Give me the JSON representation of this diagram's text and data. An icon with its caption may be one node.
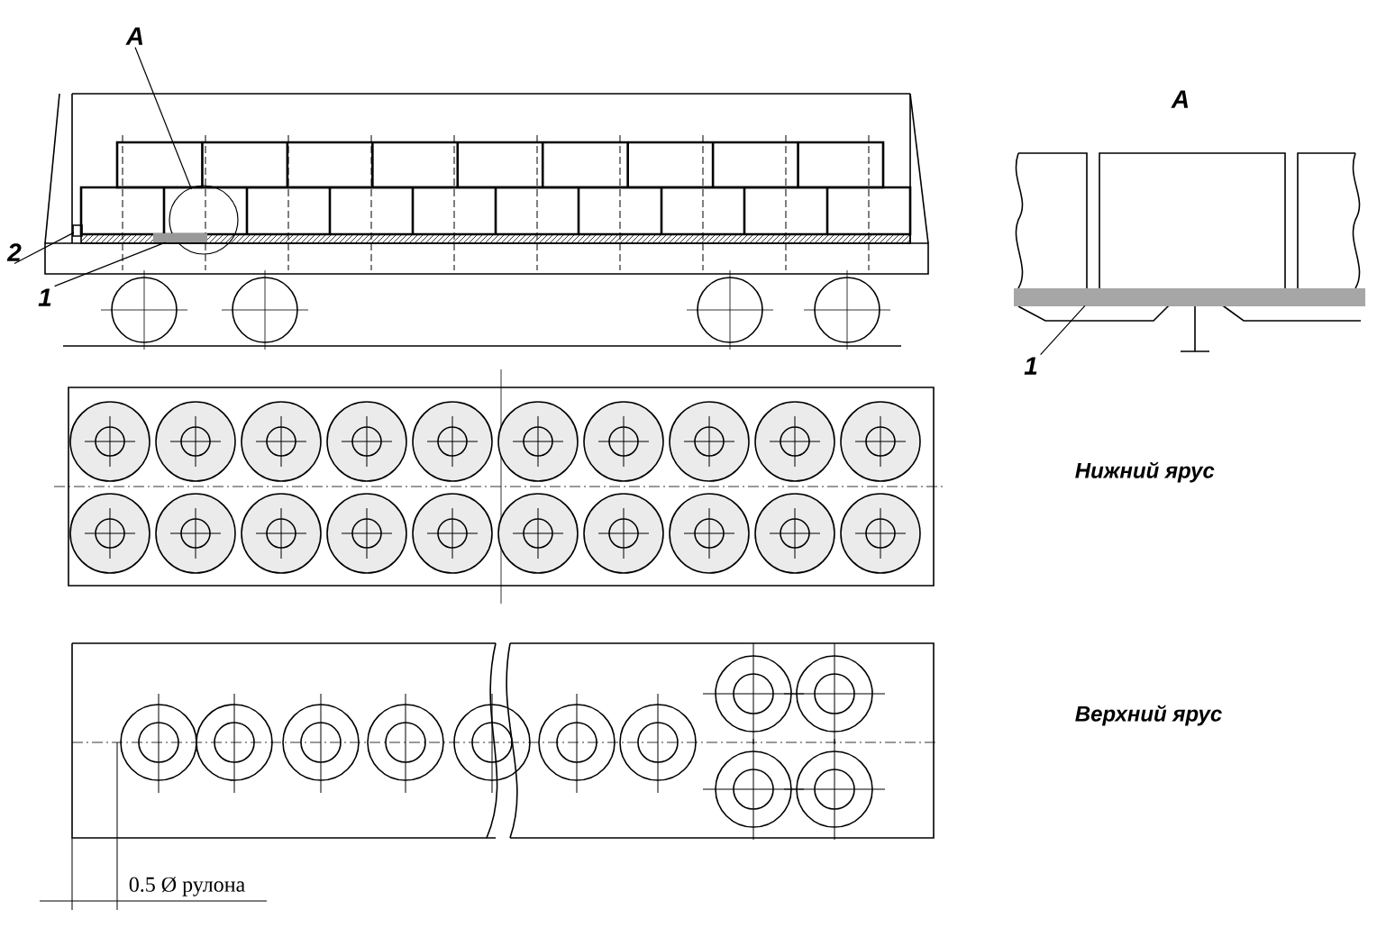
{
  "diagram": {
    "nodes": [
      {
        "text": [
          "A"
        ]
      },
      {
        "text": [],
        "shape": "circle"
      },
      {
        "text": [
          "2"
        ]
      },
      {
        "text": [],
        "shape": "box"
      },
      {
        "text": [
          "1"
        ]
      },
      {
        "text": [],
        "shape": "bar"
      },
      {
        "text": [
          "1"
        ]
      },
      {
        "text": [],
        "shape": "bar"
      }
    ],
    "edges": [
      {
        "from": 0,
        "to": 1,
        "arrow": "none"
      },
      {
        "from": 2,
        "to": 3,
        "arrow": "none"
      },
      {
        "from": 4,
        "to": 5,
        "arrow": "none"
      },
      {
        "from": 6,
        "to": 7,
        "arrow": "none"
      }
    ],
    "labels": [
      "A",
      "Нижний ярус",
      "Верхний ярус",
      "0.5 Ø рулона"
    ]
  }
}
